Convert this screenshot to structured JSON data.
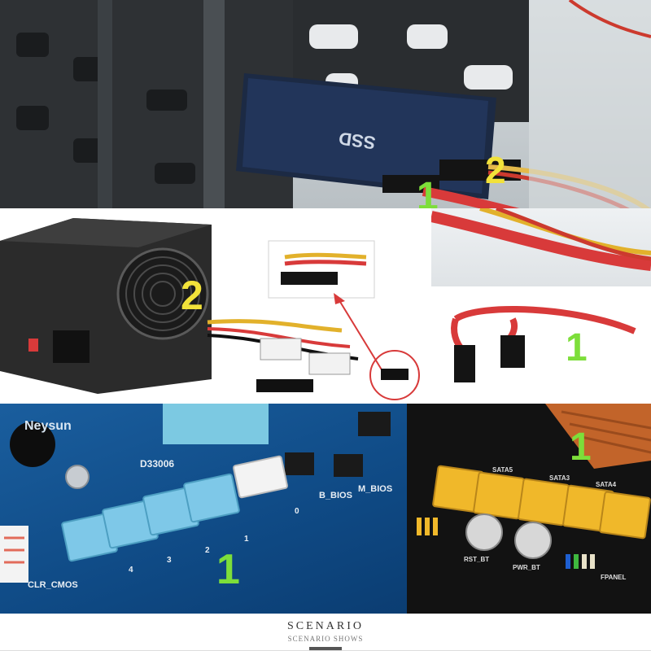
{
  "panels": {
    "top": {
      "number_1": "1",
      "number_2": "2",
      "ssd_text": "SSD"
    },
    "psu": {
      "number_2": "2"
    },
    "sata_cable": {
      "number_1": "1"
    },
    "blue_board": {
      "number_1": "1",
      "brand": "Neysun",
      "model": "D33006",
      "clr_cmos": "CLR_CMOS",
      "bios_b": "B_BIOS",
      "bios_m": "M_BIOS",
      "port_numbers": [
        "4",
        "3",
        "2",
        "1",
        "0"
      ]
    },
    "dark_board": {
      "number_1": "1",
      "labels": [
        "SATA5",
        "SATA3",
        "SATA4"
      ],
      "rst": "RST_BT",
      "pwr": "PWR_BT",
      "fpanel": "FPANEL"
    }
  },
  "caption": {
    "title": "SCENARIO",
    "subtitle": "SCENARIO SHOWS"
  },
  "colors": {
    "green_number": "#7dde3a",
    "yellow_number": "#f2e23a",
    "sata_red": "#d83a3a",
    "sata_blue": "#7ec8e8",
    "sata_yellow": "#f0b82a"
  }
}
